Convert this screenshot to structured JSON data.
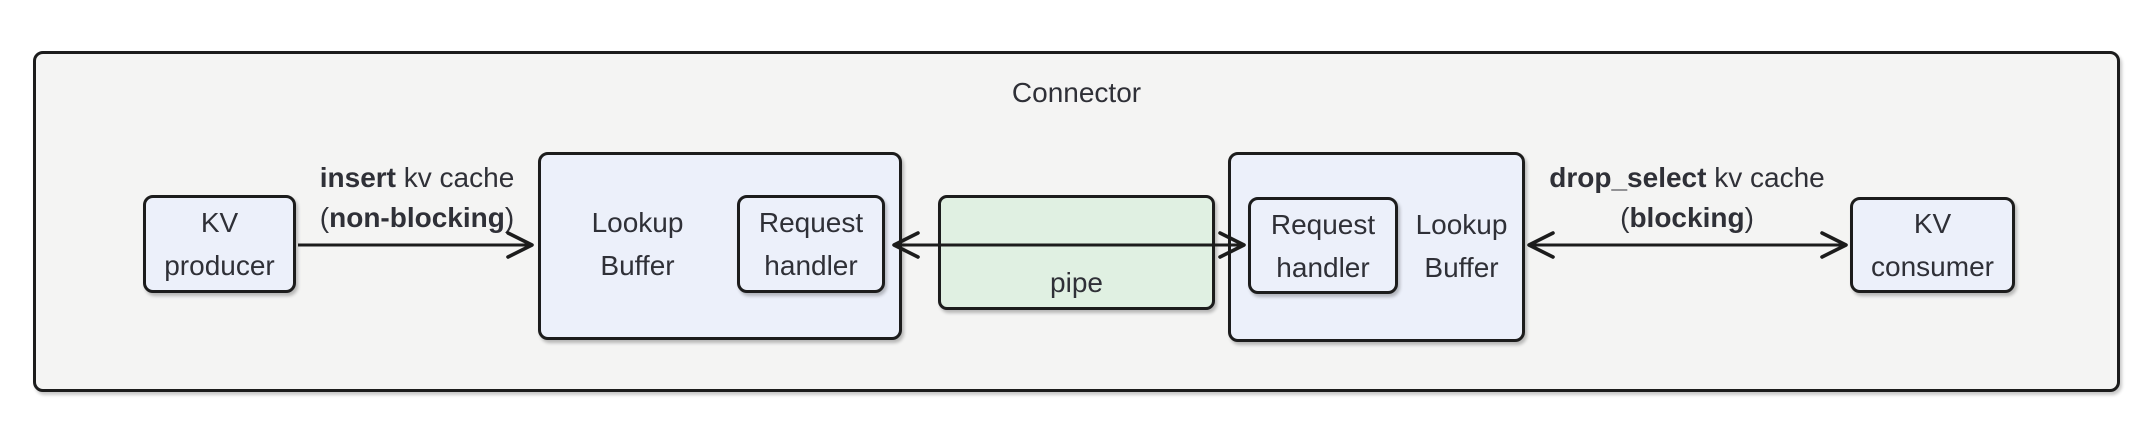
{
  "title": {
    "label": "Connector"
  },
  "nodes": {
    "kv_producer": {
      "line1": "KV",
      "line2": "producer"
    },
    "lookup_buffer_left": {
      "line1": "Lookup",
      "line2": "Buffer"
    },
    "request_handler_left": {
      "line1": "Request",
      "line2": "handler"
    },
    "pipe": {
      "label": "pipe"
    },
    "request_handler_right": {
      "line1": "Request",
      "line2": "handler"
    },
    "lookup_buffer_right": {
      "line1": "Lookup",
      "line2": "Buffer"
    },
    "kv_consumer": {
      "line1": "KV",
      "line2": "consumer"
    }
  },
  "edges": {
    "insert": {
      "keyword": "insert",
      "suffix": " kv cache",
      "open": "(",
      "keyword2": "non-blocking",
      "close": ")"
    },
    "drop_select": {
      "keyword": "drop_select",
      "suffix": " kv cache",
      "open": "(",
      "keyword2": "blocking",
      "close": ")"
    }
  },
  "colors": {
    "canvas": "#ffffff",
    "container_fill": "#f4f4f3",
    "node_fill": "#ecf0fa",
    "pipe_fill": "#e0f0e2",
    "border": "#1c1c1c",
    "text": "#2f3037"
  }
}
